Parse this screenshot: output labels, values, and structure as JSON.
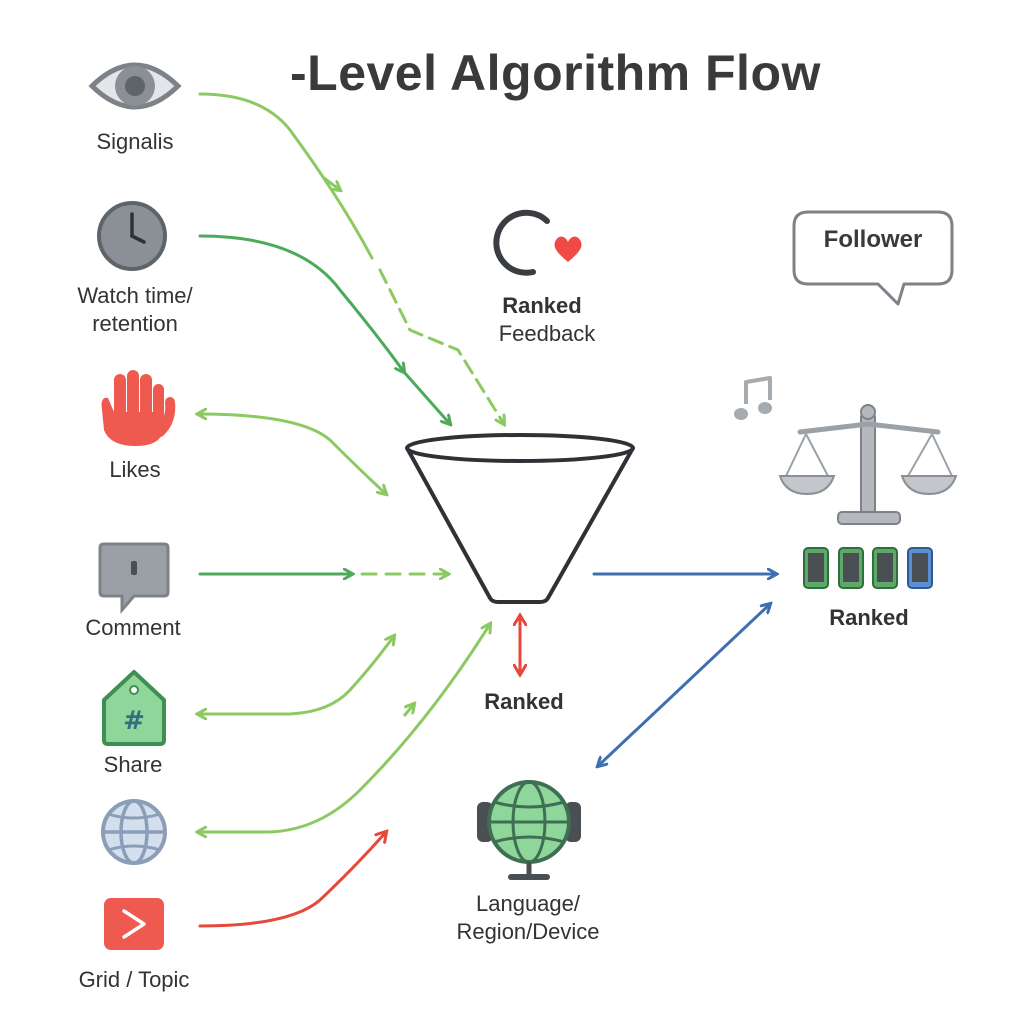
{
  "title": "-Level Algorithm Flow",
  "signals": [
    {
      "icon": "eye-icon",
      "label": "Signalis"
    },
    {
      "icon": "clock-icon",
      "label_line1": "Watch time/",
      "label_line2": "retention"
    },
    {
      "icon": "hand-icon",
      "label": "Likes"
    },
    {
      "icon": "comment-icon",
      "label": "Comment"
    },
    {
      "icon": "hashtag-tag-icon",
      "label": "Share"
    },
    {
      "icon": "globe-icon",
      "label": ""
    },
    {
      "icon": "play-icon",
      "label": "Grid / Topic"
    }
  ],
  "feedback": {
    "icon": "ring-heart-icon",
    "label_bold": "Ranked",
    "label": "Feedback"
  },
  "funnel": {
    "icon": "funnel-icon",
    "label": "Ranked"
  },
  "follower_bubble": {
    "text": "Follower"
  },
  "output": {
    "icons": [
      "music-note-icon",
      "scale-icon",
      "phones-icon"
    ],
    "label": "Ranked"
  },
  "context": {
    "icon": "globe-monitor-icon",
    "label_line1": "Language/",
    "label_line2": "Region/Device"
  },
  "colors": {
    "green_light": "#8cc962",
    "green_dark": "#4caa5a",
    "red": "#e8473c",
    "blue": "#3f6fb0",
    "gray": "#8a9096"
  }
}
